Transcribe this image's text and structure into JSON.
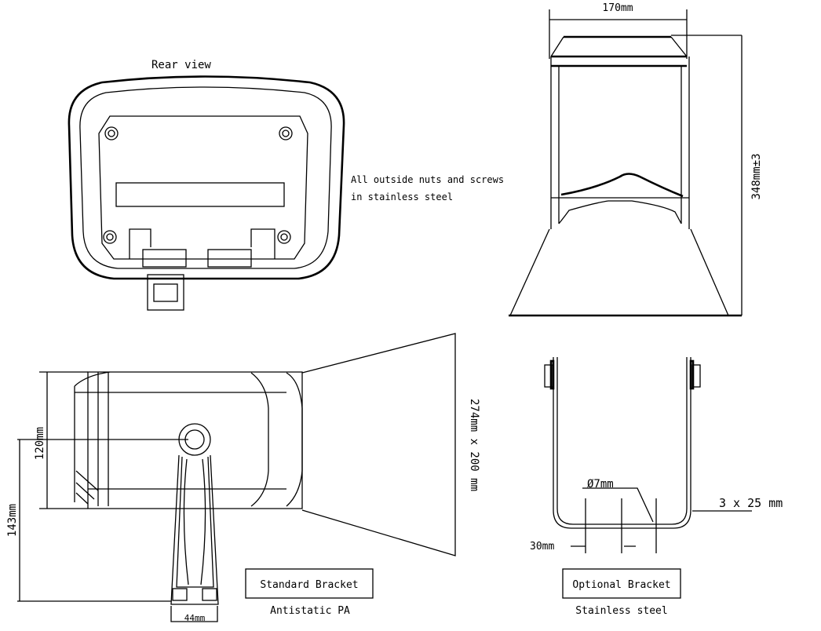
{
  "rear_view": {
    "title": "Rear view"
  },
  "note": {
    "line1": "All outside nuts and screws",
    "line2": "in stainless steel"
  },
  "front_view": {
    "width_dim": "170mm",
    "height_dim": "348mm±3"
  },
  "side_view": {
    "horn_dim": "274mm x 200 mm",
    "height_dim": "120mm",
    "bracket_height_dim": "143mm",
    "bracket_width_dim": "44mm",
    "label": "Standard Bracket",
    "sublabel": "Antistatic PA"
  },
  "optional_bracket": {
    "hole_dim": "Ø7mm",
    "spacing_dim": "30mm",
    "strip_dim": "3 x 25 mm",
    "label": "Optional Bracket",
    "sublabel": "Stainless steel"
  }
}
